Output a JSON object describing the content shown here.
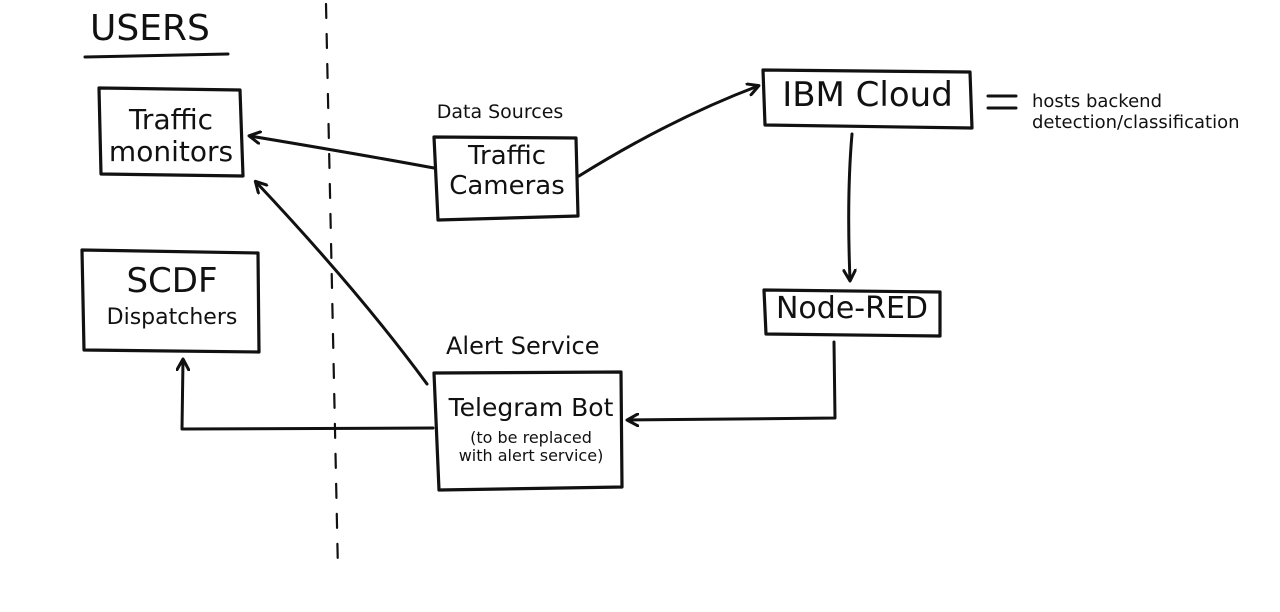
{
  "diagram": {
    "users_heading": "USERS",
    "traffic_monitors": "Traffic\nmonitors",
    "scdf_title": "SCDF",
    "scdf_subtitle": "Dispatchers",
    "data_sources": "Data Sources",
    "traffic_cameras": "Traffic\nCameras",
    "ibm_cloud": "IBM Cloud",
    "hosts_backend": "hosts backend\ndetection/classification",
    "node_red": "Node-RED",
    "alert_service": "Alert Service",
    "telegram_bot": "Telegram Bot",
    "telegram_note": "(to be replaced\nwith alert service)"
  },
  "colors": {
    "ink": "#111111",
    "background": "#ffffff"
  }
}
